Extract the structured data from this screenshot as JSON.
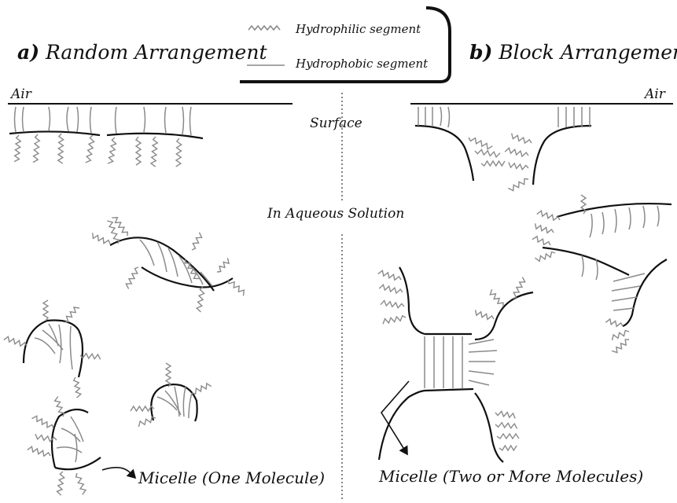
{
  "legend": {
    "hydrophilic": "Hydrophilic segment",
    "hydrophobic": "Hydrophobic segment"
  },
  "panels": {
    "a": {
      "letter": "a)",
      "title": "Random Arrangement",
      "air": "Air",
      "caption": "Micelle (One Molecule)"
    },
    "b": {
      "letter": "b)",
      "title": "Block Arrangement",
      "air": "Air",
      "caption": "Micelle (Two or More Molecules)"
    }
  },
  "center": {
    "surface": "Surface",
    "solution": "In Aqueous Solution"
  },
  "colors": {
    "backbone": "#111111",
    "hydrophobic": "#8a8a8a",
    "hydrophilic": "#8a8a8a",
    "divider": "#444444"
  }
}
